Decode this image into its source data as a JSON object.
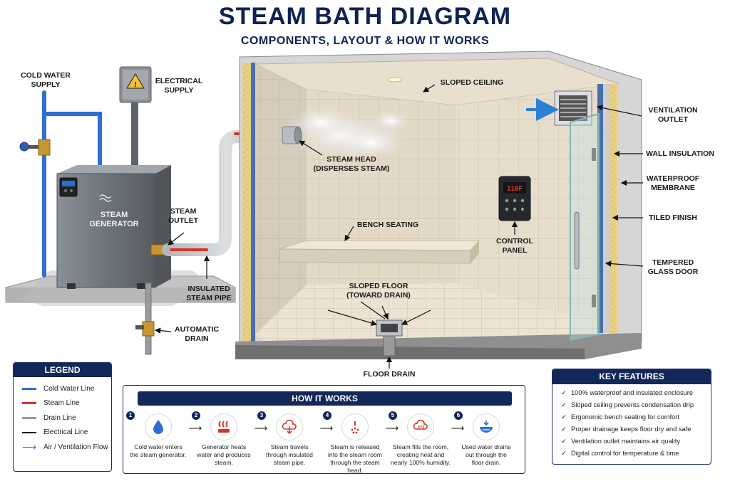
{
  "header": {
    "title": "STEAM BATH DIAGRAM",
    "subtitle": "COMPONENTS, LAYOUT & HOW IT WORKS"
  },
  "labels": {
    "cold_water_supply": [
      "COLD WATER",
      "SUPPLY"
    ],
    "electrical_supply": [
      "ELECTRICAL",
      "SUPPLY"
    ],
    "steam_generator": [
      "STEAM",
      "GENERATOR"
    ],
    "steam_outlet": [
      "STEAM",
      "OUTLET"
    ],
    "insulated_steam_pipe": [
      "INSULATED",
      "STEAM PIPE"
    ],
    "automatic_drain": [
      "AUTOMATIC",
      "DRAIN"
    ],
    "steam_head": [
      "STEAM HEAD",
      "(DISPERSES STEAM)"
    ],
    "sloped_ceiling": "SLOPED CEILING",
    "bench_seating": "BENCH SEATING",
    "sloped_floor": [
      "SLOPED FLOOR",
      "(TOWARD DRAIN)"
    ],
    "floor_drain": "FLOOR DRAIN",
    "control_panel": [
      "CONTROL",
      "PANEL"
    ],
    "ventilation_outlet": [
      "VENTILATION",
      "OUTLET"
    ],
    "wall_insulation": "WALL INSULATION",
    "waterproof_membrane": [
      "WATERPROOF",
      "MEMBRANE"
    ],
    "tiled_finish": "TILED FINISH",
    "tempered_glass_door": [
      "TEMPERED",
      "GLASS DOOR"
    ],
    "panel_display": "110F"
  },
  "legend": {
    "title": "LEGEND",
    "items": [
      {
        "label": "Cold Water Line",
        "color": "#2f6fd0",
        "kind": "line"
      },
      {
        "label": "Steam Line",
        "color": "#d8342a",
        "kind": "line"
      },
      {
        "label": "Drain Line",
        "color": "#9a9a9a",
        "kind": "line"
      },
      {
        "label": "Electrical Line",
        "color": "#1a1a1a",
        "kind": "line"
      },
      {
        "label": "Air / Ventilation Flow",
        "color": "#2b7fd6",
        "kind": "arrow"
      }
    ]
  },
  "how_it_works": {
    "title": "HOW IT WORKS",
    "steps": [
      {
        "num": "1",
        "icon": "water-drop-icon",
        "text": [
          "Cold water enters",
          "the steam generator."
        ]
      },
      {
        "num": "2",
        "icon": "heat-icon",
        "text": [
          "Generator heats",
          "water and produces",
          "steam."
        ]
      },
      {
        "num": "3",
        "icon": "steam-cloud-icon",
        "text": [
          "Steam travels",
          "through insulated",
          "steam pipe."
        ]
      },
      {
        "num": "4",
        "icon": "steam-release-icon",
        "text": [
          "Steam is released",
          "into the steam room",
          "through the steam head."
        ]
      },
      {
        "num": "5",
        "icon": "humidity-cloud-icon",
        "text": [
          "Steam fills the room,",
          "creating heat and",
          "nearly 100% humidity."
        ]
      },
      {
        "num": "6",
        "icon": "drain-bowl-icon",
        "text": [
          "Used water drains",
          "out through the",
          "floor drain."
        ]
      }
    ]
  },
  "key_features": {
    "title": "KEY FEATURES",
    "items": [
      "100% waterproof and insulated enclosure",
      "Sloped ceiling prevents condensation drip",
      "Ergonomic bench seating for comfort",
      "Proper drainage keeps floor dry and safe",
      "Ventilation outlet maintains air quality",
      "Digital control for temperature & time"
    ]
  },
  "colors": {
    "navy": "#12275a",
    "cold_water": "#2f6fd0",
    "steam": "#d8342a",
    "drain": "#9a9a9a",
    "tile": "#e6dccb",
    "insulation": "#e8d38a"
  }
}
